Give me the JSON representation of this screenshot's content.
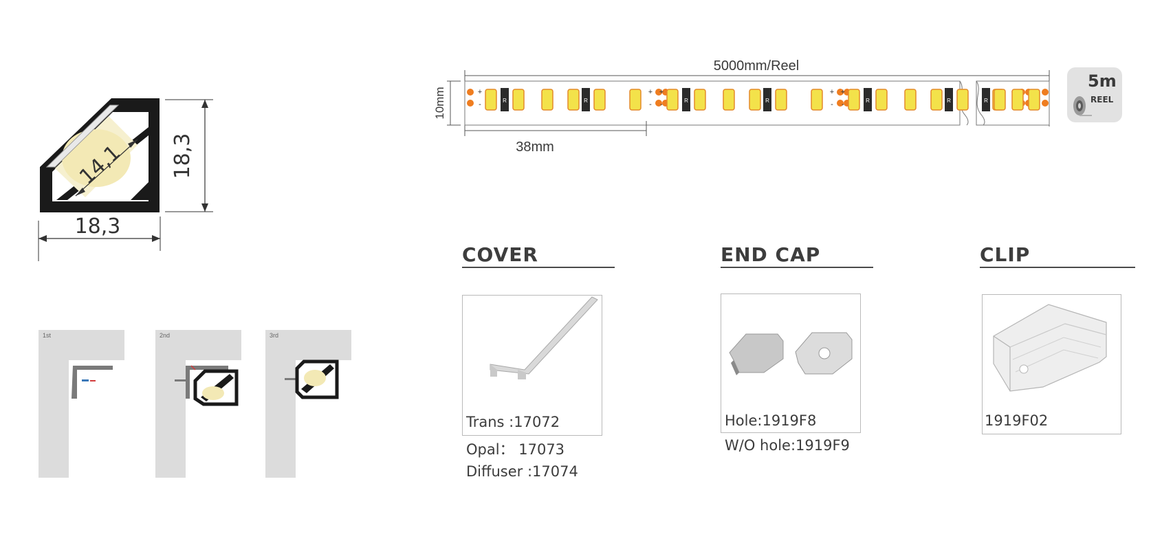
{
  "profile": {
    "width_label": "18,3",
    "height_label": "18,3",
    "diagonal_label": "14,1"
  },
  "install_steps": [
    "1st",
    "2nd",
    "3rd"
  ],
  "strip": {
    "length_label": "5000mm/Reel",
    "height_label": "10mm",
    "cut_label": "38mm",
    "resistor_mark": "R",
    "plus_sign": "+",
    "minus_sign": "-",
    "reel_badge": {
      "length": "5m",
      "label": "REEL"
    },
    "colors": {
      "led": "#f3e24a",
      "led_frame": "#e48a2a",
      "pad": "#ef7d20",
      "resistor": "#2b2b2b"
    }
  },
  "sections": {
    "cover": {
      "title": "COVER",
      "items": [
        "Trans :17072",
        "Opal： 17073",
        "Diffuser :17074"
      ]
    },
    "end_cap": {
      "title": "END CAP",
      "items": [
        "Hole:1919F8",
        "W/O hole:1919F9"
      ]
    },
    "clip": {
      "title": "CLIP",
      "items": [
        "1919F02"
      ]
    }
  }
}
